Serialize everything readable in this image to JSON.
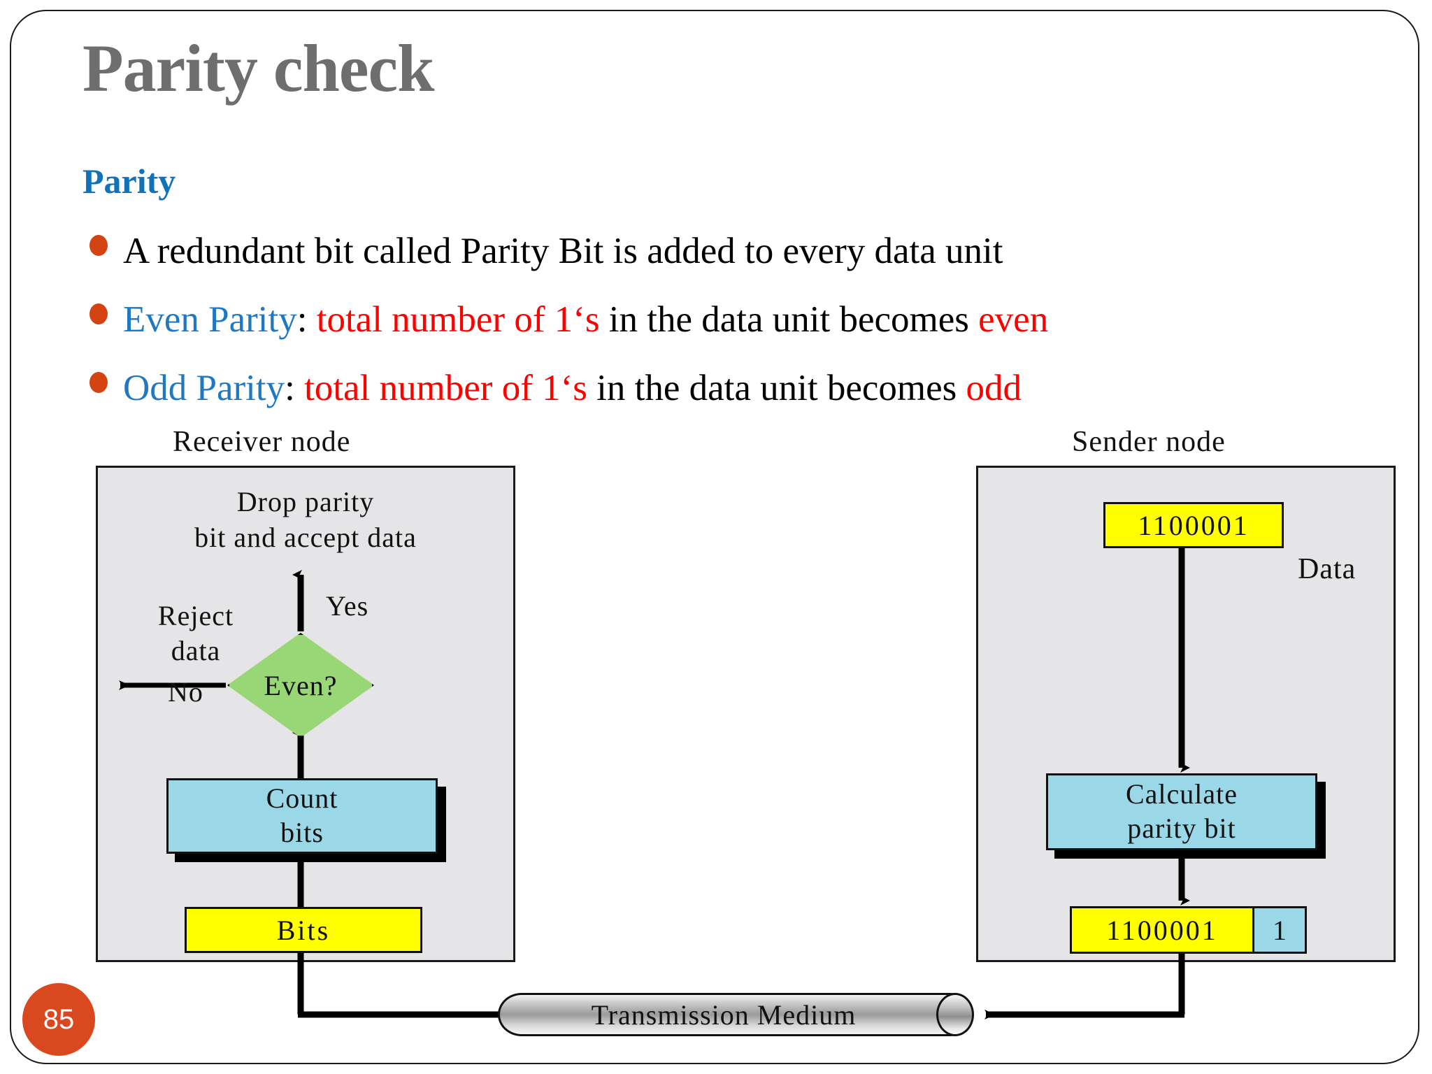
{
  "slide": {
    "title": "Parity check",
    "subheading": "Parity",
    "page_number": "85",
    "accent_orange": "#d44413",
    "title_gray": "#6e6e6e",
    "blue": "#1f78c1",
    "red": "#ff0000"
  },
  "bullets": [
    {
      "segments": [
        {
          "text": "A redundant bit called Parity Bit is added to every data unit",
          "color": "black"
        }
      ]
    },
    {
      "segments": [
        {
          "text": "Even Parity",
          "color": "blue"
        },
        {
          "text": ": ",
          "color": "black"
        },
        {
          "text": "total number of 1‘s",
          "color": "red"
        },
        {
          "text": " in the data unit becomes ",
          "color": "black"
        },
        {
          "text": "even",
          "color": "red"
        }
      ]
    },
    {
      "segments": [
        {
          "text": "Odd Parity",
          "color": "blue"
        },
        {
          "text": ": ",
          "color": "black"
        },
        {
          "text": "total number of 1‘s",
          "color": "red"
        },
        {
          "text": " in the data unit becomes ",
          "color": "black"
        },
        {
          "text": "odd",
          "color": "red"
        }
      ]
    }
  ],
  "diagram": {
    "receiver": {
      "caption": "Receiver node",
      "accept_label_line1": "Drop parity",
      "accept_label_line2": "bit and accept data",
      "reject_label_line1": "Reject",
      "reject_label_line2": "data",
      "yes_label": "Yes",
      "no_label": "No",
      "decision_label": "Even?",
      "count_box_line1": "Count",
      "count_box_line2": "bits",
      "bits_box": "Bits"
    },
    "sender": {
      "caption": "Sender node",
      "data_value": "1100001",
      "data_label": "Data",
      "calc_box_line1": "Calculate",
      "calc_box_line2": "parity bit",
      "frame_data": "1100001",
      "frame_parity_bit": "1"
    },
    "transmission_medium": "Transmission Medium",
    "colors": {
      "node_fill": "#e5e4e6",
      "decision_fill": "#99d675",
      "process_fill": "#9ad8e8",
      "data_fill": "#ffff00"
    }
  }
}
